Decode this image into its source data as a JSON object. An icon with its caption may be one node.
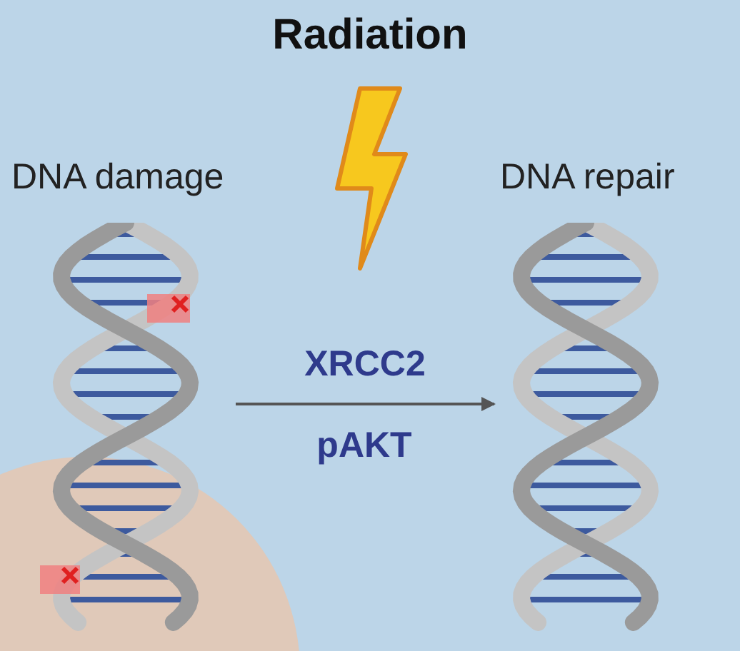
{
  "diagram": {
    "title": "Radiation",
    "nodes": [
      {
        "text": [
          "DNA damage"
        ]
      },
      {
        "text": [
          "DNA repair"
        ]
      }
    ],
    "edges": [
      {
        "from": 0,
        "to": 1,
        "arrow": "to",
        "label": "XRCC2"
      }
    ],
    "labels": [
      "pAKT"
    ]
  }
}
